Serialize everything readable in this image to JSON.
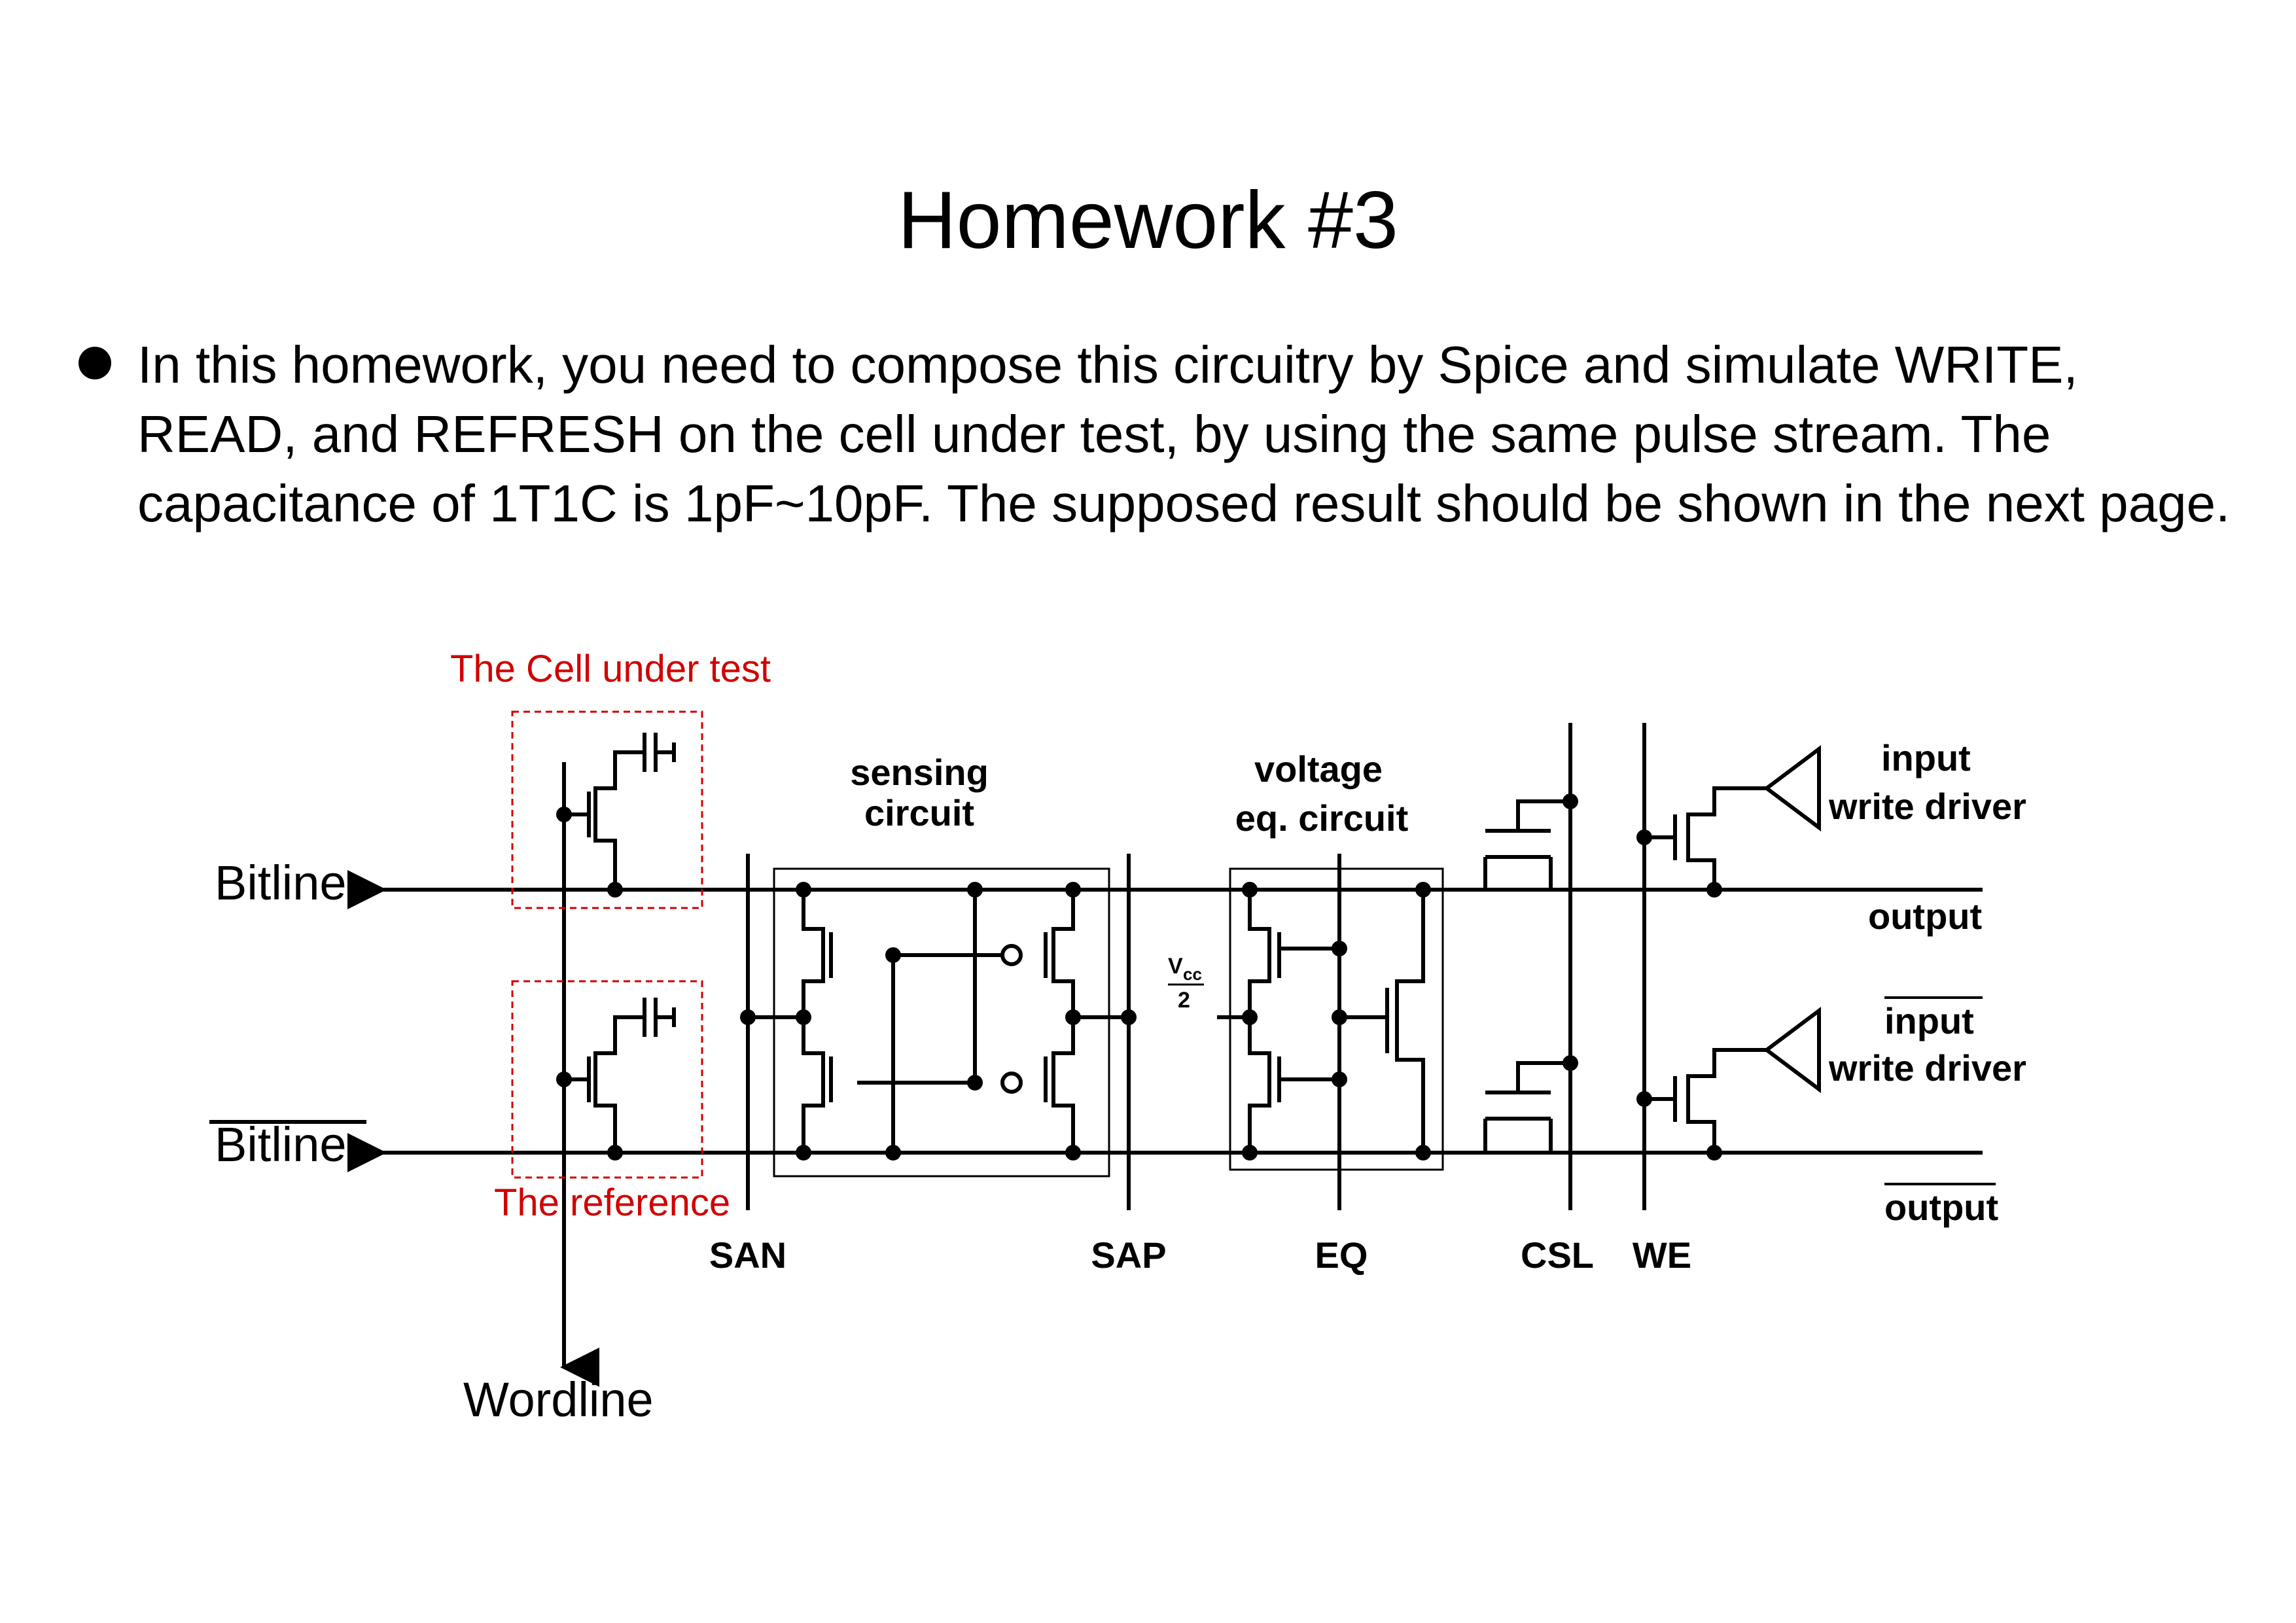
{
  "title": "Homework #3",
  "bullet": "In this homework, you need to compose this circuitry by Spice and simulate WRITE, READ, and REFRESH on the cell under test, by using the same pulse stream. The capacitance of 1T1C is 1pF~10pF. The supposed result should be shown in the next page.",
  "labels": {
    "bitline": "Bitline",
    "bitline_bar": "Bitline",
    "wordline": "Wordline",
    "cell_under_test": "The Cell under test",
    "reference": "The reference",
    "sensing_l1": "sensing",
    "sensing_l2": "circuit",
    "voltage_l1": "voltage",
    "voltage_l2": "eq. circuit",
    "vcc": "V",
    "vcc_sub": "cc",
    "vcc_den": "2",
    "san": "SAN",
    "sap": "SAP",
    "eq": "EQ",
    "csl": "CSL",
    "we": "WE",
    "input1": "input",
    "write_driver1": "write driver",
    "output1": "output",
    "input2": "input",
    "write_driver2": "write driver",
    "output2": "output"
  },
  "colors": {
    "annotation": "#d00000",
    "ink": "#000000"
  }
}
